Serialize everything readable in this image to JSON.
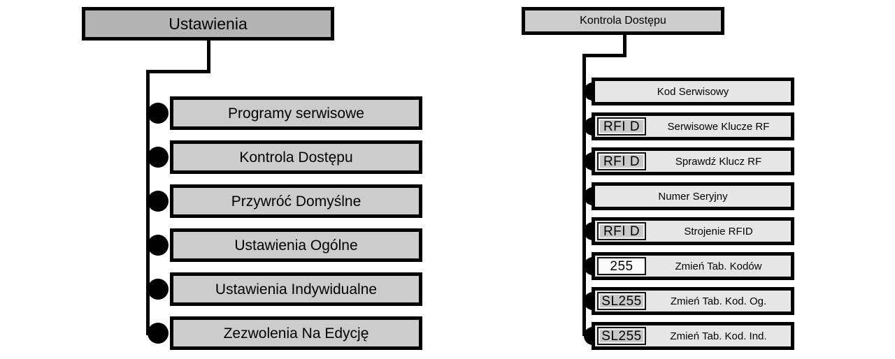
{
  "diagram": {
    "title_left": "Ustawienia",
    "title_right": "Kontrola Dostępu",
    "colors": {
      "root_left_fill": "#b4b4b4",
      "root_right_fill": "#cccccc",
      "item_left_fill": "#cccccc",
      "item_right_fill": "#e6e6e6",
      "badge_gray_fill": "#c8c8c8",
      "badge_white_fill": "#fbfbfb",
      "stroke": "#000000"
    }
  },
  "left_tree": {
    "root": "Ustawienia",
    "items": [
      {
        "label": "Programy serwisowe"
      },
      {
        "label": "Kontrola Dostępu"
      },
      {
        "label": "Przywróć Domyślne"
      },
      {
        "label": "Ustawienia Ogólne"
      },
      {
        "label": "Ustawienia Indywidualne"
      },
      {
        "label": "Zezwolenia Na Edycję"
      }
    ]
  },
  "right_tree": {
    "root": "Kontrola Dostępu",
    "items": [
      {
        "badge": "",
        "badge_style": "none",
        "label": "Kod Serwisowy"
      },
      {
        "badge": "RFI D",
        "badge_style": "rfid",
        "label": "Serwisowe Klucze RF"
      },
      {
        "badge": "RFI D",
        "badge_style": "rfid",
        "label": "Sprawdź Klucz RF"
      },
      {
        "badge": "",
        "badge_style": "none",
        "label": "Numer Seryjny"
      },
      {
        "badge": "RFI D",
        "badge_style": "rfid",
        "label": "Strojenie RFID"
      },
      {
        "badge": "255",
        "badge_style": "num",
        "label": "Zmień Tab. Kodów"
      },
      {
        "badge": "SL255",
        "badge_style": "sl",
        "label": "Zmień Tab. Kod. Og."
      },
      {
        "badge": "SL255",
        "badge_style": "sl",
        "label": "Zmień Tab. Kod. Ind."
      }
    ]
  }
}
